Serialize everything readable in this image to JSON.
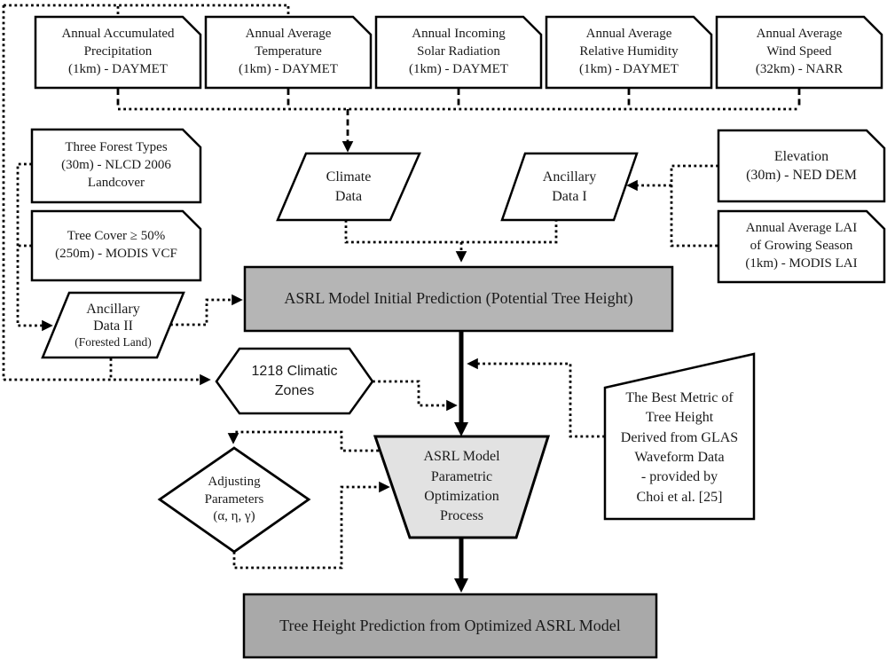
{
  "colors": {
    "initial_box_gray": "#b5b5b5",
    "final_box_gray": "#a9a9a9",
    "trapezoid_gray": "#e2e2e2",
    "node_fill_white": "#ffffff",
    "line_black": "#000000"
  },
  "nodes": {
    "top_inputs": [
      "Annual Accumulated\nPrecipitation\n(1km) - DAYMET",
      "Annual Average\nTemperature\n(1km) - DAYMET",
      "Annual Incoming\nSolar Radiation\n(1km) - DAYMET",
      "Annual Average\nRelative Humidity\n(1km) - DAYMET",
      "Annual Average\nWind Speed\n(32km) - NARR"
    ],
    "forest_types": "Three Forest Types\n(30m) - NLCD 2006\nLandcover",
    "tree_cover": "Tree Cover ≥ 50%\n(250m) - MODIS VCF",
    "elevation": "Elevation\n(30m) - NED DEM",
    "lai": "Annual Average LAI\nof Growing Season\n(1km) - MODIS LAI",
    "climate_data": "Climate\nData",
    "ancillary_data_1": "Ancillary\nData I",
    "ancillary_data_2_title": "Ancillary\nData II",
    "ancillary_data_2_subtitle": "(Forested Land)",
    "initial_prediction": "ASRL Model Initial Prediction (Potential Tree Height)",
    "climatic_zones": "1218 Climatic\nZones",
    "adjusting_parameters": "Adjusting\nParameters\n(α, η, γ)",
    "optimization_process": "ASRL Model\nParametric\nOptimization\nProcess",
    "glas_metric": "The Best Metric of\nTree Height\nDerived from GLAS\nWaveform Data\n- provided by\nChoi et al. [25]",
    "final_prediction": "Tree Height Prediction from Optimized ASRL Model"
  }
}
